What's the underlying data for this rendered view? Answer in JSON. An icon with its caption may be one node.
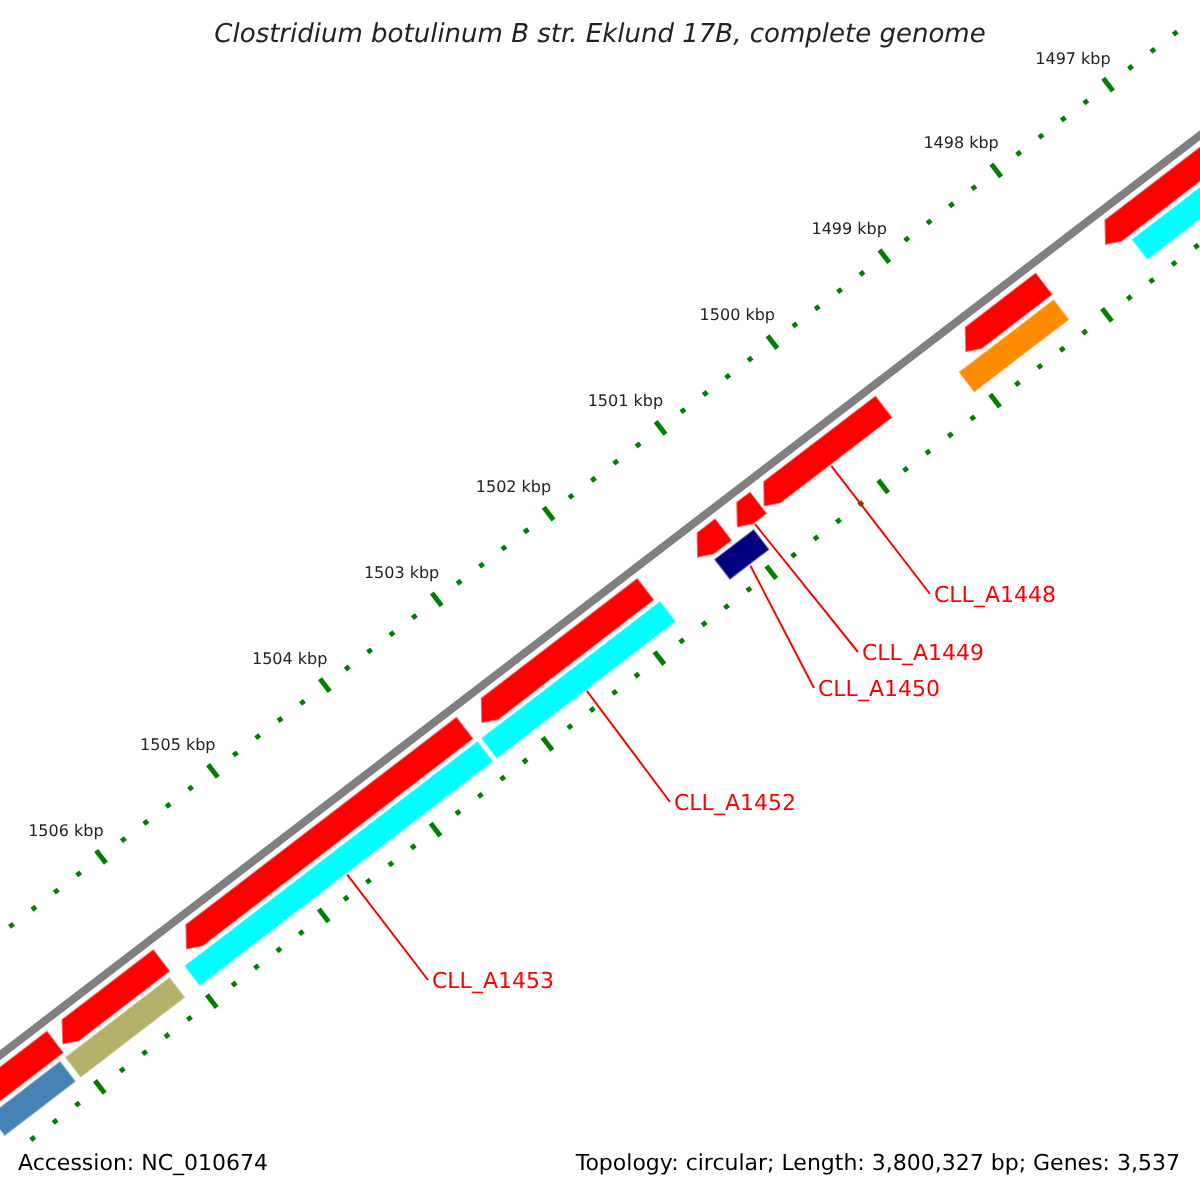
{
  "diagram": {
    "title": "Clostridium botulinum B str. Eklund 17B, complete genome",
    "nodes": [
      {
        "text": [
          "CLL_A1448"
        ]
      },
      {
        "text": [
          "CLL_A1449"
        ]
      },
      {
        "text": [
          "CLL_A1450"
        ]
      },
      {
        "text": [
          "CLL_A1452"
        ]
      },
      {
        "text": [
          "CLL_A1453"
        ]
      },
      {
        "text": [],
        "shape": "bar"
      },
      {
        "text": [],
        "shape": "bar"
      },
      {
        "text": [],
        "shape": "bar"
      },
      {
        "text": [],
        "shape": "bar"
      },
      {
        "text": [],
        "shape": "bar"
      },
      {
        "text": [],
        "shape": "bar"
      },
      {
        "text": [],
        "shape": "bar"
      },
      {
        "text": [],
        "shape": "bar"
      },
      {
        "text": [],
        "shape": "bar"
      },
      {
        "text": [],
        "shape": "bar"
      },
      {
        "text": [],
        "shape": "bar"
      },
      {
        "text": [],
        "shape": "bar"
      },
      {
        "text": [],
        "shape": "bar"
      },
      {
        "text": [],
        "shape": "bar"
      },
      {
        "text": [],
        "shape": "bar"
      },
      {
        "text": [],
        "shape": "bar"
      }
    ],
    "edges": [
      {
        "from": 0,
        "to": 16,
        "arrow": "none"
      },
      {
        "from": 1,
        "to": 15,
        "arrow": "none"
      },
      {
        "from": 2,
        "to": 14,
        "arrow": "none"
      },
      {
        "from": 3,
        "to": 12,
        "arrow": "none"
      },
      {
        "from": 4,
        "to": 10,
        "arrow": "none"
      }
    ],
    "labels": [
      "1497 kbp",
      "1498 kbp",
      "1499 kbp",
      "1500 kbp",
      "1501 kbp",
      "1502 kbp",
      "1503 kbp",
      "1504 kbp",
      "1505 kbp",
      "1506 kbp",
      "Accession: NC_010674",
      "Topology: circular; Length: 3,800,327 bp; Genes: 3,537"
    ]
  }
}
